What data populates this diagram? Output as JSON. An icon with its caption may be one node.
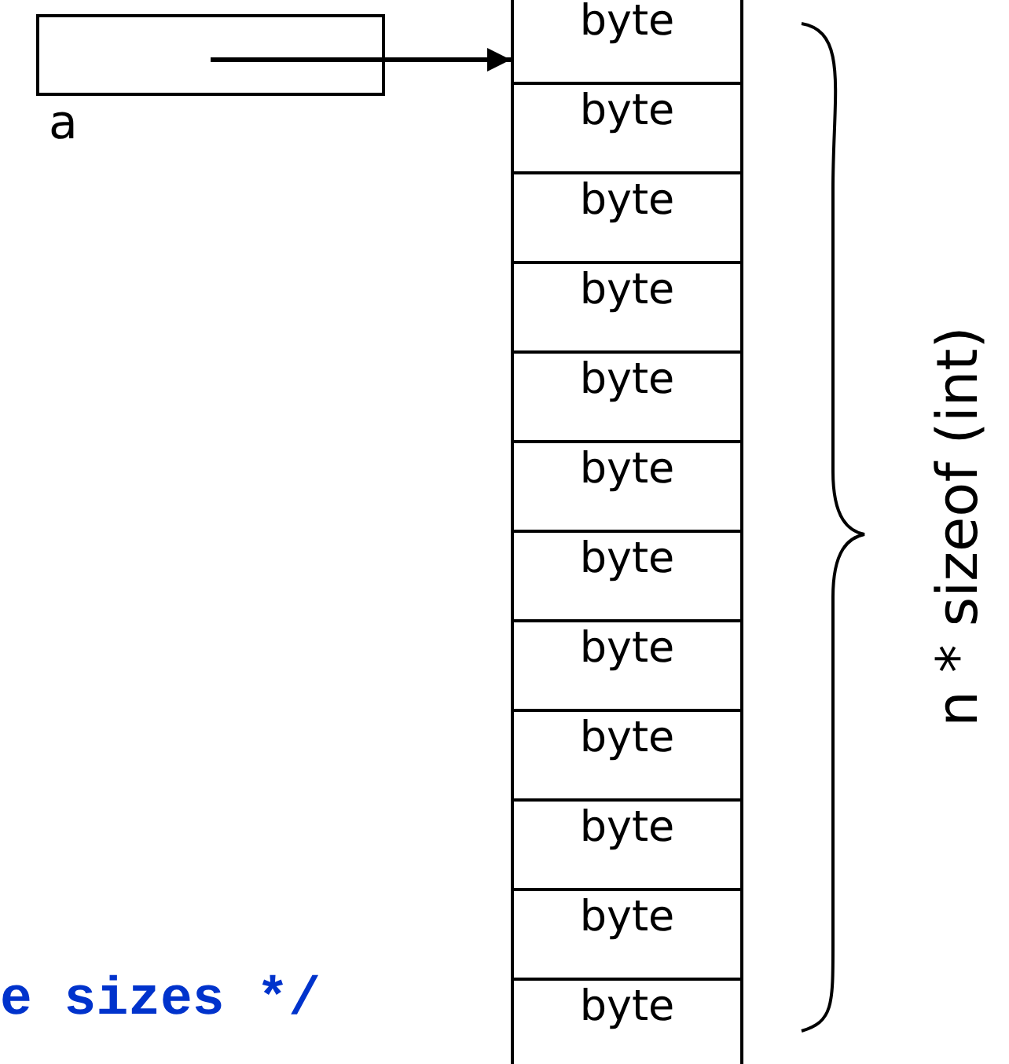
{
  "diagram": {
    "nodes": [
      {
        "text": [],
        "shape": "box",
        "beside": [
          "a"
        ]
      },
      {
        "text": [
          "byte"
        ]
      },
      {
        "text": [
          "byte"
        ]
      },
      {
        "text": [
          "byte"
        ]
      },
      {
        "text": [
          "byte"
        ]
      },
      {
        "text": [
          "byte"
        ]
      },
      {
        "text": [
          "byte"
        ]
      },
      {
        "text": [
          "byte"
        ]
      },
      {
        "text": [
          "byte"
        ]
      },
      {
        "text": [
          "byte"
        ]
      },
      {
        "text": [
          "byte"
        ]
      },
      {
        "text": [
          "byte"
        ]
      },
      {
        "text": [
          "byte"
        ]
      }
    ],
    "edges": [
      {
        "from": 0,
        "to": 1,
        "arrow": "to"
      }
    ],
    "labels": [
      "n * sizeof (int)",
      "e sizes */"
    ]
  }
}
